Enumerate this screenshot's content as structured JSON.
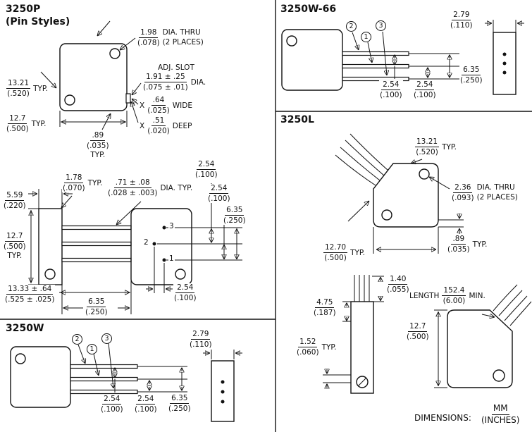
{
  "titles": {
    "p1": "3250P",
    "p2": "(Pin Styles)",
    "w66": "3250W-66",
    "l": "3250L",
    "w": "3250W"
  },
  "dims": {
    "d198": {
      "mm": "1.98",
      "in": "(.078)"
    },
    "dia_thru": "DIA. THRU",
    "places2": "(2 PLACES)",
    "adj_slot": "ADJ. SLOT",
    "d191": {
      "mm": "1.91 ± .25",
      "in": "(.075 ± .01)"
    },
    "dia": "DIA.",
    "x": "X",
    "d064": {
      "mm": ".64",
      "in": "(.025)"
    },
    "wide": "WIDE",
    "d051": {
      "mm": ".51",
      "in": "(.020)"
    },
    "deep": "DEEP",
    "d1321": {
      "mm": "13.21",
      "in": "(.520)"
    },
    "d127": {
      "mm": "12.7",
      "in": "(.500)"
    },
    "typ": "TYP.",
    "d089": {
      "mm": ".89",
      "in": "(.035)"
    },
    "d178": {
      "mm": "1.78",
      "in": "(.070)"
    },
    "d071": {
      "mm": ".71 ± .08",
      "in": "(.028 ± .003)"
    },
    "dia_typ": "DIA. TYP.",
    "d559": {
      "mm": "5.59",
      "in": "(.220)"
    },
    "d1333": {
      "mm": "13.33 ± .64",
      "in": "(.525 ± .025)"
    },
    "d635": {
      "mm": "6.35",
      "in": "(.250)"
    },
    "d254": {
      "mm": "2.54",
      "in": "(.100)"
    },
    "d279": {
      "mm": "2.79",
      "in": "(.110)"
    },
    "d236": {
      "mm": "2.36",
      "in": "(.093)"
    },
    "d1270": {
      "mm": "12.70",
      "in": "(.500)"
    },
    "d140": {
      "mm": "1.40",
      "in": "(.055)"
    },
    "d475": {
      "mm": "4.75",
      "in": "(.187)"
    },
    "d152": {
      "mm": "1.52",
      "in": "(.060)"
    },
    "length": "LENGTH",
    "d1524": {
      "mm": "152.4",
      "in": "(6.00)"
    },
    "min": "MIN."
  },
  "pins": {
    "n1": "1",
    "n2": "2",
    "n3": "3"
  },
  "footer": {
    "label": "DIMENSIONS:",
    "mm": "MM",
    "inches": "(INCHES)"
  }
}
